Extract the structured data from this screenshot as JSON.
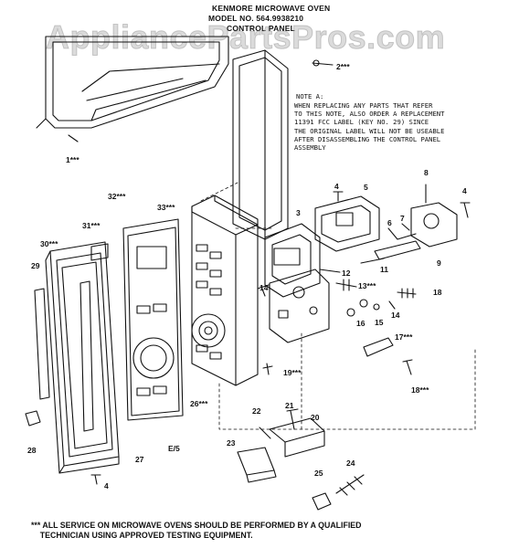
{
  "header": {
    "line1": "KENMORE MICROWAVE OVEN",
    "line2": "MODEL NO. 564.9938210",
    "line3": "CONTROL PANEL"
  },
  "watermark": "AppliancePartsPros.com",
  "note": {
    "heading": "NOTE A:",
    "body": "WHEN REPLACING ANY PARTS THAT REFER\nTO THIS NOTE, ALSO ORDER A REPLACEMENT\n11391 FCC LABEL (KEY NO. 29) SINCE\nTHE ORIGINAL LABEL WILL NOT BE USEABLE\nAFTER DISASSEMBLING THE CONTROL PANEL\nASSEMBLY"
  },
  "callouts": {
    "c1": "1***",
    "c2": "2***",
    "c3": "3",
    "c4a": "4",
    "c4b": "4",
    "c4c": "4",
    "c5": "5",
    "c6": "6",
    "c7": "7",
    "c8": "8",
    "c9": "9",
    "c11": "11",
    "c12": "12",
    "c13": "13***",
    "c14a": "14",
    "c14b": "14",
    "c15": "15",
    "c16": "16",
    "c17": "17***",
    "c18": "18***",
    "c19": "19***",
    "c20": "20",
    "c21": "21",
    "c22": "22",
    "c23": "23",
    "c24": "24",
    "c25": "25",
    "c26": "26***",
    "c27": "27",
    "c28": "28",
    "c29": "29",
    "c30": "30***",
    "c31": "31***",
    "c32": "32***",
    "c33": "33***",
    "c18b": "18"
  },
  "figure_code": "E/5",
  "footer": "*** ALL SERVICE ON MICROWAVE OVENS SHOULD BE PERFORMED BY A QUALIFIED\n    TECHNICIAN USING APPROVED TESTING EQUIPMENT."
}
